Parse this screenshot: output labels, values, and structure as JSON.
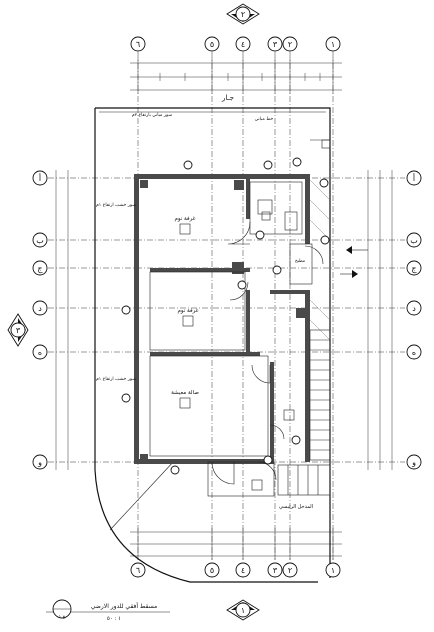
{
  "grid_columns": [
    "٦",
    "٥",
    "٤",
    "٣",
    "٢",
    "١"
  ],
  "grid_rows": [
    "أ",
    "ب",
    "ج",
    "د",
    "ه",
    "و"
  ],
  "section_markers": {
    "top": "٢",
    "bottom": "١",
    "left": "٣"
  },
  "labels": {
    "neighbor": "جـار",
    "fence_top": "سور مباني بارتفاع ٢م",
    "fence_left_1": "سور خشب ارتفاع ١م",
    "fence_left_2": "سور خشب ارتفاع ١م",
    "building_line": "خط مباني",
    "bedroom_1": "غرفة نوم",
    "bedroom_2": "غرفة نوم",
    "living": "صالة معيشة",
    "kitchen": "مطبخ",
    "entrance": "المدخل الرئيسي"
  },
  "title_block": {
    "title": "مسقط أفقي للدور الارضي",
    "scale": "١ : ٥٠",
    "sheet": "ع ١"
  }
}
